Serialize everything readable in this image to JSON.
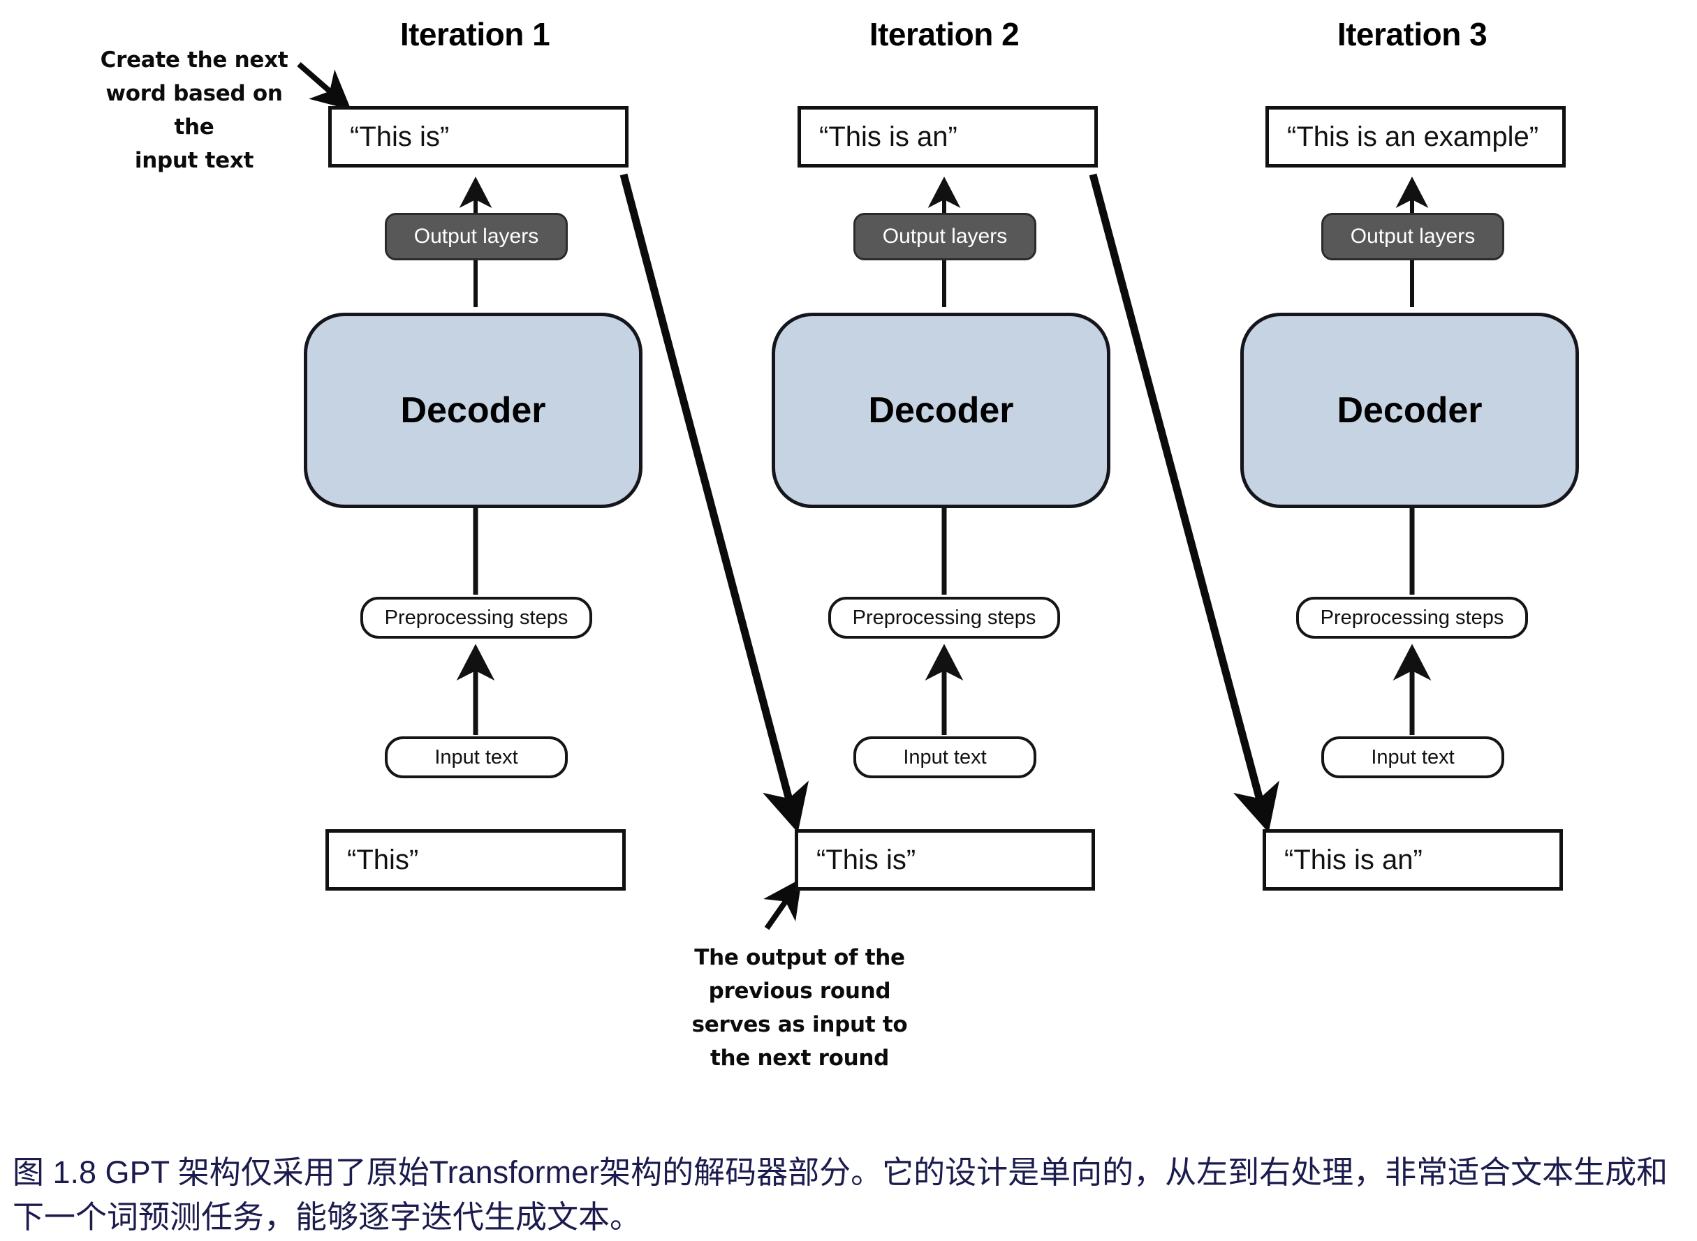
{
  "figure": {
    "caption": "图 1.8  GPT 架构仅采用了原始Transformer架构的解码器部分。它的设计是单向的，从左到右处理，非常适合文本生成和下一个词预测任务，能够逐字迭代生成文本。",
    "caption_color": "#1b1b4e"
  },
  "colors": {
    "decoder_fill": "#c6d3e3",
    "decoder_stroke": "#14161c",
    "output_layers_fill": "#585858",
    "box_stroke": "#111111",
    "background": "#ffffff"
  },
  "annotations": {
    "top_left": "Create the next word based on the input text",
    "top_left_lines": [
      "Create the next",
      "word based on the",
      "input text"
    ],
    "bottom_middle": "The output of the previous round serves as input to the next round",
    "bottom_middle_lines": [
      "The output of the",
      "previous round",
      "serves as input to",
      "the next round"
    ]
  },
  "shared": {
    "output_layers_label": "Output layers",
    "decoder_label": "Decoder",
    "preprocessing_label": "Preprocessing steps",
    "input_text_label": "Input text"
  },
  "columns": [
    {
      "title": "Iteration 1",
      "output_box": "“This is”",
      "output_layers": "Output layers",
      "decoder": "Decoder",
      "preprocessing": "Preprocessing steps",
      "input_text": "Input text",
      "input_box": "“This”"
    },
    {
      "title": "Iteration 2",
      "output_box": "“This is an”",
      "output_layers": "Output layers",
      "decoder": "Decoder",
      "preprocessing": "Preprocessing steps",
      "input_text": "Input text",
      "input_box": "“This is”"
    },
    {
      "title": "Iteration 3",
      "output_box": "“This is an example”",
      "output_layers": "Output layers",
      "decoder": "Decoder",
      "preprocessing": "Preprocessing steps",
      "input_text": "Input text",
      "input_box": "“This is an”"
    }
  ]
}
